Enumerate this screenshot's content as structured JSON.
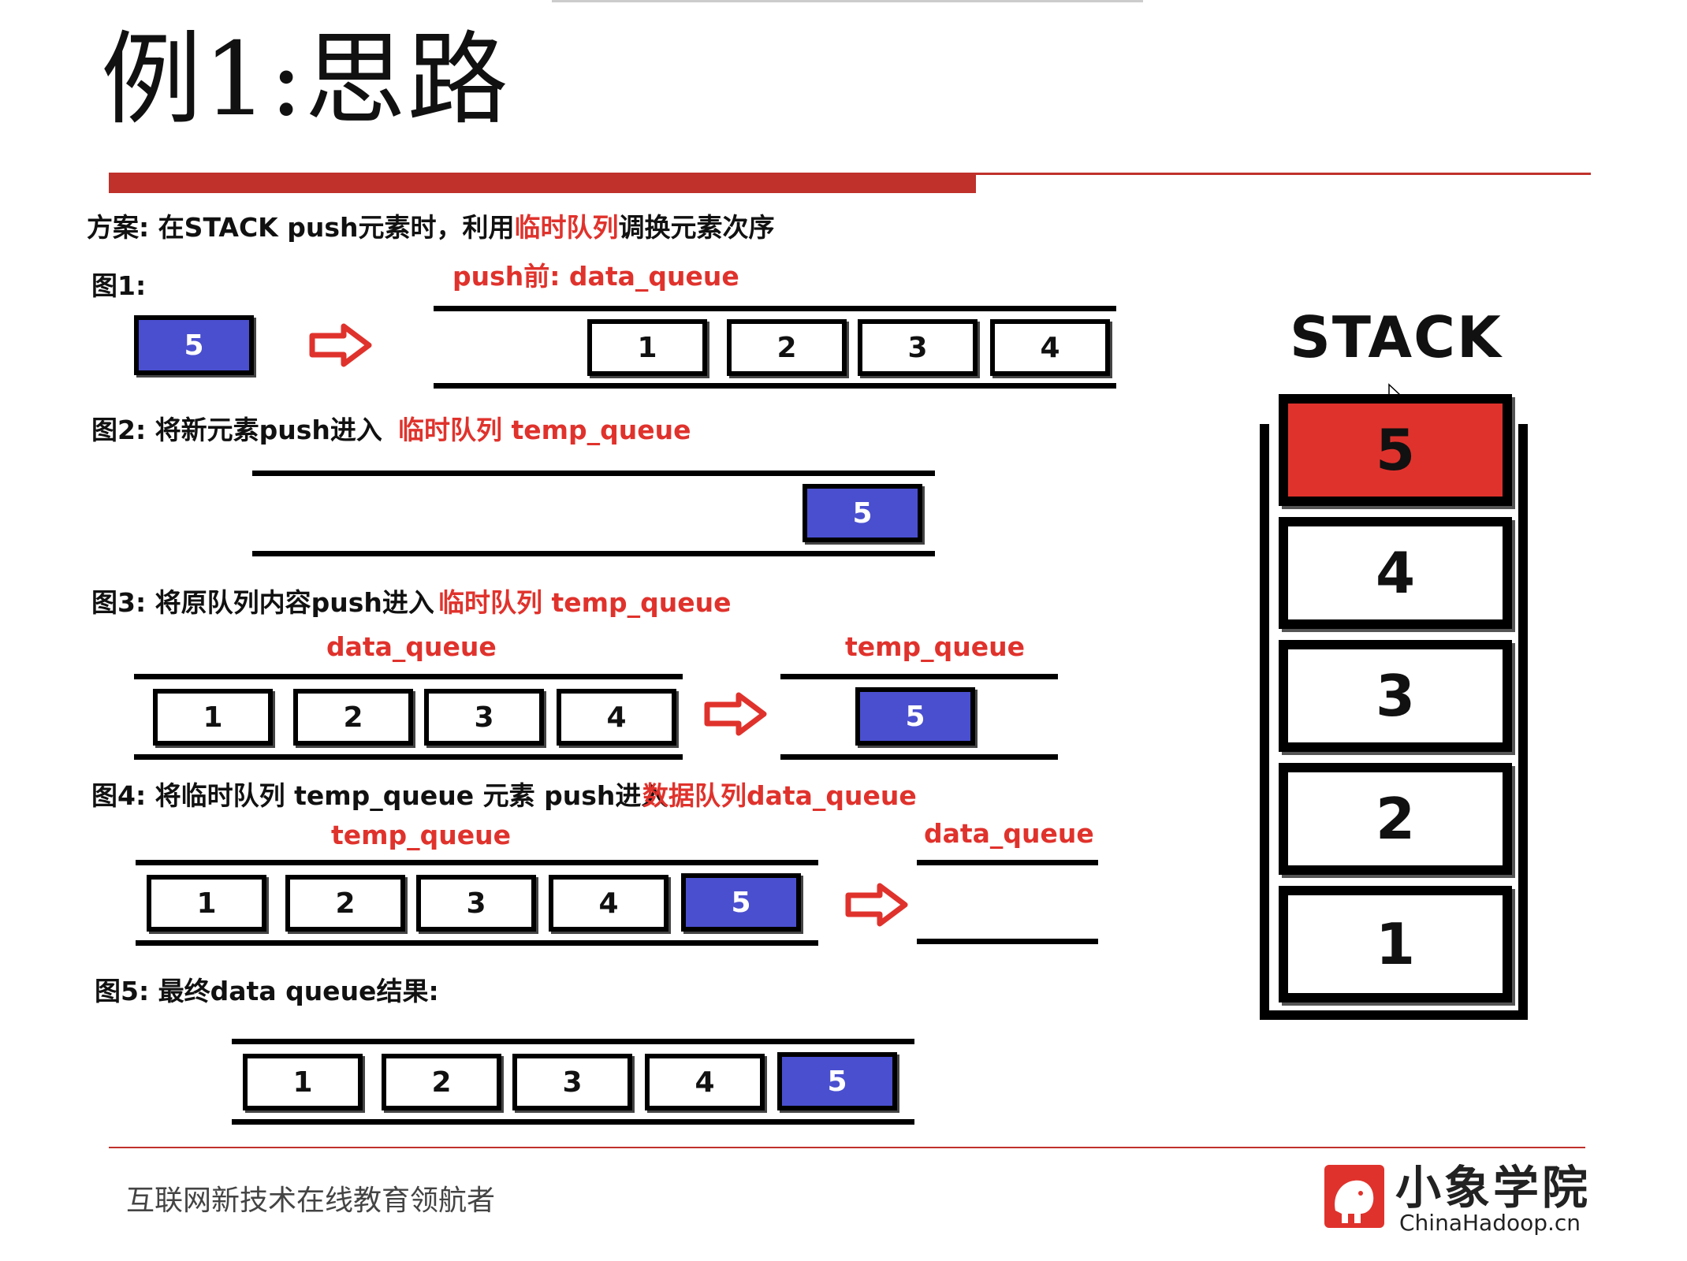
{
  "title": "例1:思路",
  "plan": {
    "prefix": "方案: 在STACK push元素时，利用",
    "highlight": "临时队列",
    "suffix": "调换元素次序"
  },
  "fig1": {
    "label": "图1:",
    "caption": "push前:   data_queue",
    "new_item": "5",
    "queue_items": [
      "1",
      "2",
      "3",
      "4"
    ]
  },
  "fig2": {
    "label": "图2: 将新元素push进入",
    "caption": "临时队列  temp_queue",
    "queue_items": [
      "5"
    ]
  },
  "fig3": {
    "label": "图3: 将原队列内容push进入",
    "caption": "临时队列  temp_queue",
    "left_title": "data_queue",
    "right_title": "temp_queue",
    "left_items": [
      "1",
      "2",
      "3",
      "4"
    ],
    "right_items": [
      "5"
    ]
  },
  "fig4": {
    "label": "图4: 将临时队列 temp_queue 元素 push进入",
    "caption": "数据队列data_queue",
    "left_title": "temp_queue",
    "right_title": "data_queue",
    "left_items": [
      "1",
      "2",
      "3",
      "4",
      "5"
    ]
  },
  "fig5": {
    "label": "图5: 最终data queue结果:",
    "queue_items": [
      "1",
      "2",
      "3",
      "4",
      "5"
    ]
  },
  "stack": {
    "title": "STACK",
    "items": [
      "5",
      "4",
      "3",
      "2",
      "1"
    ]
  },
  "footer": {
    "slogan": "互联网新技术在线教育领航者",
    "logo_cn": "小象学院",
    "logo_en": "ChinaHadoop.cn"
  },
  "colors": {
    "accent_red": "#e0322c",
    "box_blue": "#4a4fcf",
    "bar_red": "#c0312b"
  }
}
